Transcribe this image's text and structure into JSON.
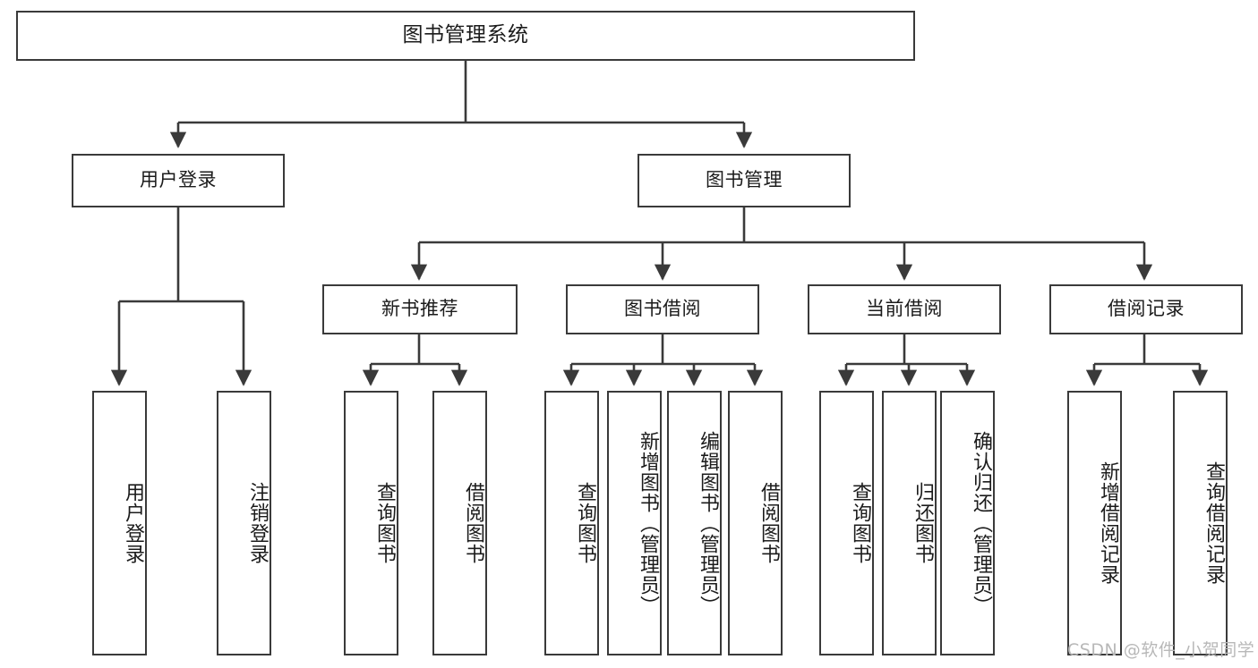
{
  "diagram": {
    "title": "图书管理系统",
    "type": "hierarchy-tree",
    "watermark": "CSDN @软件_小贺同学",
    "colors": {
      "stroke": "#3a3a3a",
      "fill": "#ffffff",
      "text": "#1b1b1b",
      "watermark": "#b8b8b8"
    },
    "root": {
      "label": "图书管理系统"
    },
    "level1": [
      {
        "label": "用户登录"
      },
      {
        "label": "图书管理"
      }
    ],
    "level2": [
      {
        "label": "新书推荐"
      },
      {
        "label": "图书借阅"
      },
      {
        "label": "当前借阅"
      },
      {
        "label": "借阅记录"
      }
    ],
    "leaves": {
      "user_login": [
        {
          "label": "用户登录"
        },
        {
          "label": "注销登录"
        }
      ],
      "new_book": [
        {
          "label": "查询图书"
        },
        {
          "label": "借阅图书"
        }
      ],
      "book_borrow": [
        {
          "label": "查询图书"
        },
        {
          "label": "新增图书（管理员）"
        },
        {
          "label": "编辑图书（管理员）"
        },
        {
          "label": "借阅图书"
        }
      ],
      "current_borrow": [
        {
          "label": "查询图书"
        },
        {
          "label": "归还图书"
        },
        {
          "label": "确认归还（管理员）"
        }
      ],
      "borrow_record": [
        {
          "label": "新增借阅记录"
        },
        {
          "label": "查询借阅记录"
        }
      ]
    }
  }
}
